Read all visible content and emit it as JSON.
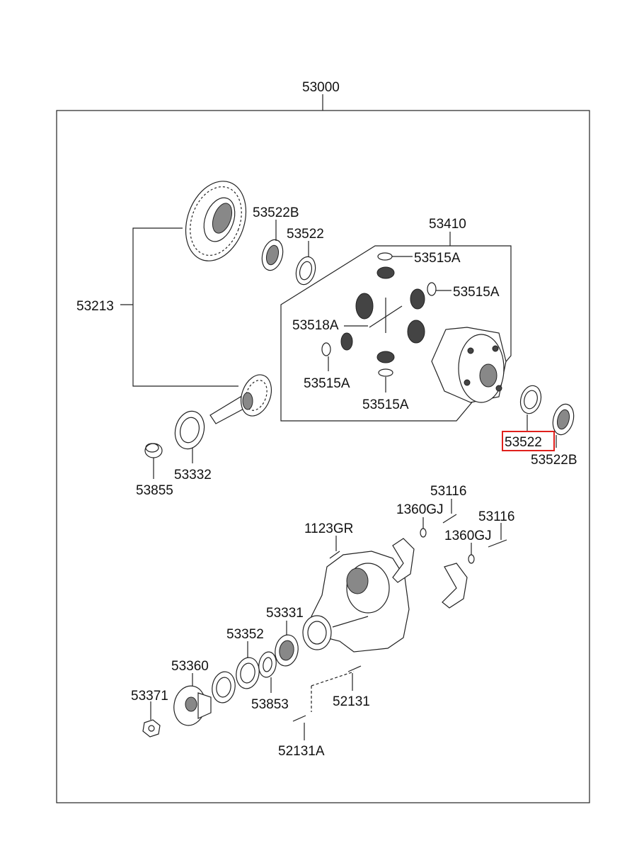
{
  "diagram": {
    "labels": {
      "assembly": "53000",
      "gear_set": "53213",
      "bearing_b_top": "53522B",
      "bearing_top": "53522",
      "case_asm": "53410",
      "washer_1": "53515A",
      "washer_2": "53515A",
      "shaft": "53518A",
      "washer_3": "53515A",
      "washer_4": "53515A",
      "bearing_right": "53522",
      "bearing_b_right": "53522B",
      "spacer": "53855",
      "bearing_pinion": "53332",
      "bolt_1": "53116",
      "washer_gj_1": "1360GJ",
      "bolt_2": "53116",
      "washer_gj_2": "1360GJ",
      "carrier_bolt": "1123GR",
      "bearing_331": "53331",
      "bearing_352": "53352",
      "seal_360": "53360",
      "nut_371": "53371",
      "washer_853": "53853",
      "stud_1": "52131",
      "stud_2": "52131A"
    },
    "highlight_color": "#e0201c"
  }
}
